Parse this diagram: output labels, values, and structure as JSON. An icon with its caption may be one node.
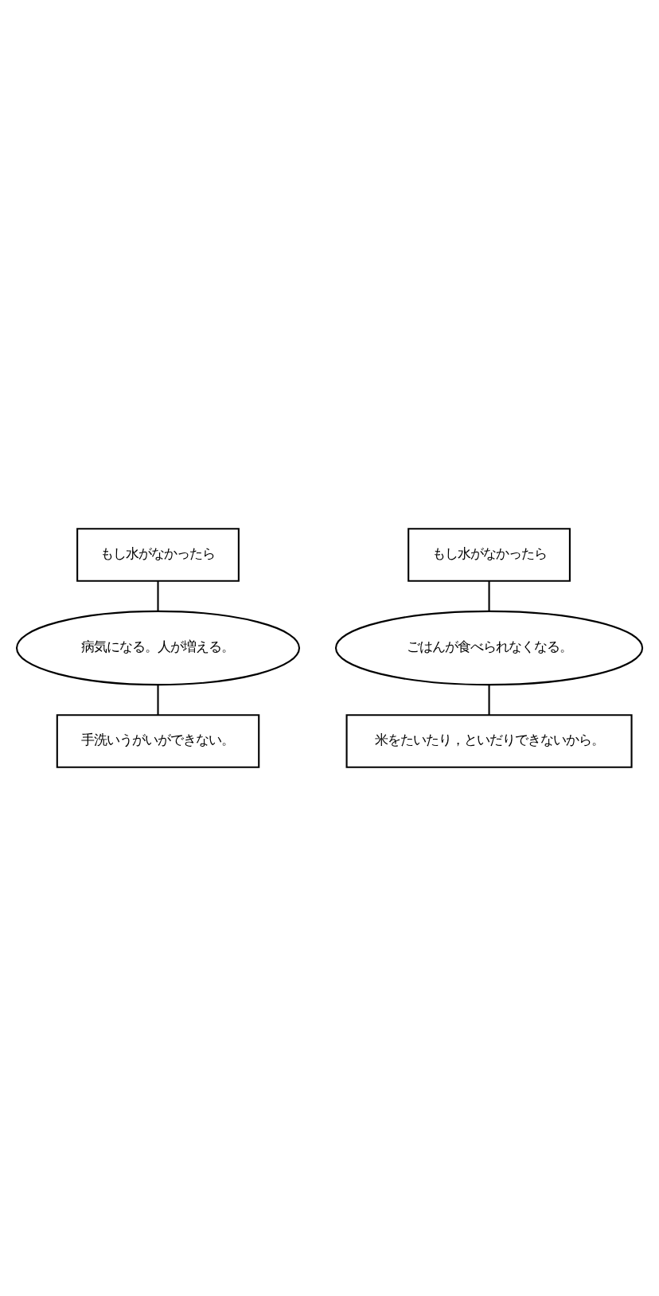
{
  "diagram": {
    "nodes": [
      {
        "text": [
          "もし水がなかったら"
        ]
      },
      {
        "text": [
          "病気になる。人が増える。"
        ]
      },
      {
        "text": [
          "手洗いうがいができない。"
        ]
      },
      {
        "text": [
          "もし水がなかったら"
        ]
      },
      {
        "text": [
          "ごはんが食べられなくなる。"
        ]
      },
      {
        "text": [
          "米をたいたり，といだりできないから。"
        ]
      }
    ],
    "edges": [
      {
        "from": 0,
        "to": 1,
        "arrow": "none"
      },
      {
        "from": 1,
        "to": 2,
        "arrow": "none"
      },
      {
        "from": 3,
        "to": 4,
        "arrow": "none"
      },
      {
        "from": 4,
        "to": 5,
        "arrow": "none"
      }
    ]
  }
}
